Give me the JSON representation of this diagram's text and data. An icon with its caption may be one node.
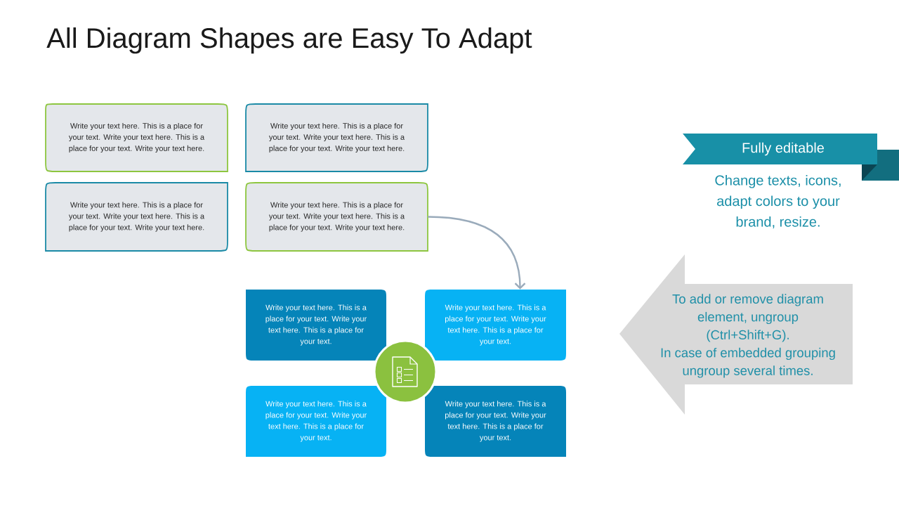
{
  "diagram": {
    "title": "All Diagram Shapes are Easy To Adapt",
    "nodes": [
      {
        "text": [
          "Write your text here. This is a place for your text. Write your text here. This is a place for your text. Write your text here."
        ]
      },
      {
        "text": [
          "Write your text here. This is a place for your text. Write your text here. This is a place for your text. Write your text here."
        ]
      },
      {
        "text": [
          "Write your text here. This is a place for your text. Write your text here. This is a place for your text. Write your text here."
        ]
      },
      {
        "text": [
          "Write your text here. This is a place for your text. Write your text here. This is a place for your text. Write your text here."
        ]
      },
      {
        "text": [
          "Write your text here. This is a place for your text. Write your text here. This is a place for your text."
        ]
      },
      {
        "text": [
          "Write your text here. This is a place for your text. Write your text here. This is a place for your text."
        ]
      },
      {
        "text": [
          "Write your text here. This is a place for your text. Write your text here. This is a place for your text."
        ]
      },
      {
        "text": [
          "Write your text here. This is a place for your text. Write your text here. This is a place for your text."
        ]
      },
      {
        "text": [],
        "shape": "circle"
      },
      {
        "text": [
          "Fully editable"
        ],
        "beside": [
          "Change texts, icons, adapt colors to your brand, resize."
        ]
      },
      {
        "text": [
          "To add or remove diagram element, ungroup (Ctrl+Shift+G).",
          "In case of embedded grouping ungroup several times."
        ]
      }
    ],
    "edges": [
      {
        "from": 3,
        "to": 5,
        "arrow": "to"
      }
    ]
  }
}
